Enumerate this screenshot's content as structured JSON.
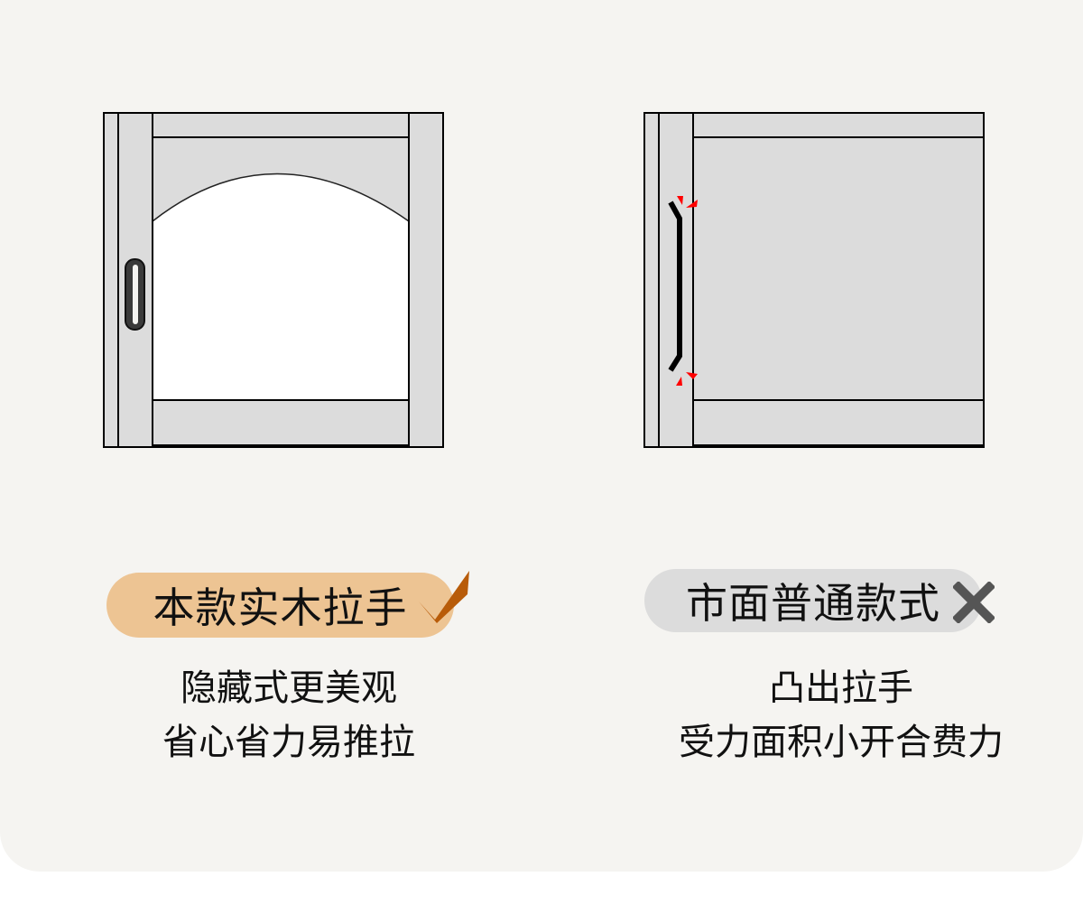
{
  "left": {
    "badge": "本款实木拉手",
    "badge_icon": "check-icon",
    "badge_color": "#edc493",
    "icon_color": "#b85c0a",
    "lines": [
      "隐藏式更美观",
      "省心省力易推拉"
    ]
  },
  "right": {
    "badge": "市面普通款式",
    "badge_icon": "cross-icon",
    "badge_color": "#dcdcdc",
    "icon_color": "#555555",
    "lines": [
      "凸出拉手",
      "受力面积小开合费力"
    ]
  }
}
